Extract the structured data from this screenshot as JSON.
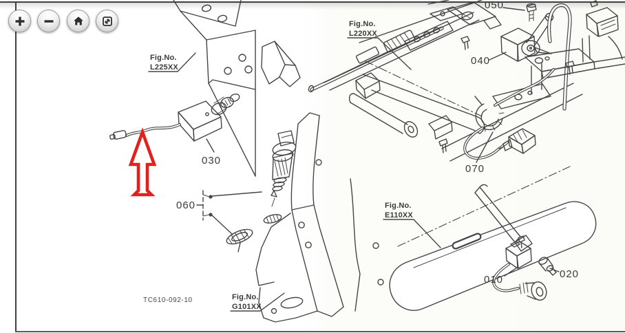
{
  "viewer": {
    "toolbar": {
      "buttons": [
        {
          "id": "zoom-in",
          "icon": "plus-icon"
        },
        {
          "id": "zoom-out",
          "icon": "minus-icon"
        },
        {
          "id": "home",
          "icon": "home-icon"
        },
        {
          "id": "full-page",
          "icon": "full-page-icon"
        }
      ]
    }
  },
  "diagram": {
    "drawing_code": "TC610-092-10",
    "fig_label": "Fig.No.",
    "fig_refs": {
      "top_left": "L225XX",
      "top_center": "L220XX",
      "right": "E110XX",
      "bottom_center": "G101XX"
    },
    "parts": {
      "p010": "010",
      "p020": "020",
      "p030": "030",
      "p040": "040",
      "p050": "050",
      "p060": "060",
      "p070": "070"
    },
    "highlight": {
      "color": "#e2211c",
      "shape": "up-arrow",
      "points_to_part": "030"
    }
  }
}
